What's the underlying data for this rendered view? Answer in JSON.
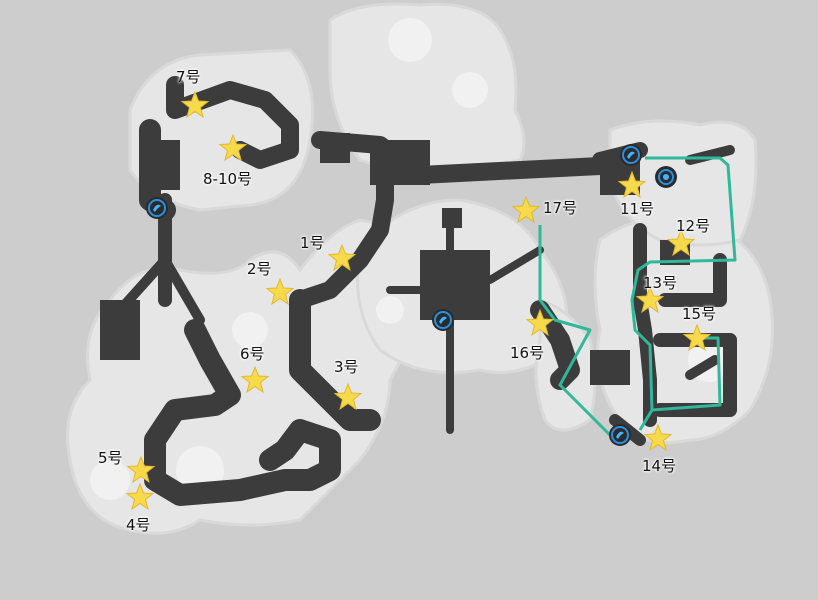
{
  "map": {
    "colors": {
      "background": "#cdcdcd",
      "land": "#e6e6e6",
      "path": "#3c3c3c",
      "route": "#2fb89a",
      "star": "#f7d94c",
      "teleport": "#2a8fe0"
    },
    "markers": [
      {
        "id": "7",
        "label": "7号"
      },
      {
        "id": "8-10",
        "label": "8-10号"
      },
      {
        "id": "1",
        "label": "1号"
      },
      {
        "id": "2",
        "label": "2号"
      },
      {
        "id": "3",
        "label": "3号"
      },
      {
        "id": "4",
        "label": "4号"
      },
      {
        "id": "5",
        "label": "5号"
      },
      {
        "id": "6",
        "label": "6号"
      },
      {
        "id": "11",
        "label": "11号"
      },
      {
        "id": "12",
        "label": "12号"
      },
      {
        "id": "13",
        "label": "13号"
      },
      {
        "id": "14",
        "label": "14号"
      },
      {
        "id": "15",
        "label": "15号"
      },
      {
        "id": "16",
        "label": "16号"
      },
      {
        "id": "17",
        "label": "17号"
      }
    ],
    "teleport_icon": "teleport-anchor-icon",
    "star_icon": "star-icon"
  }
}
